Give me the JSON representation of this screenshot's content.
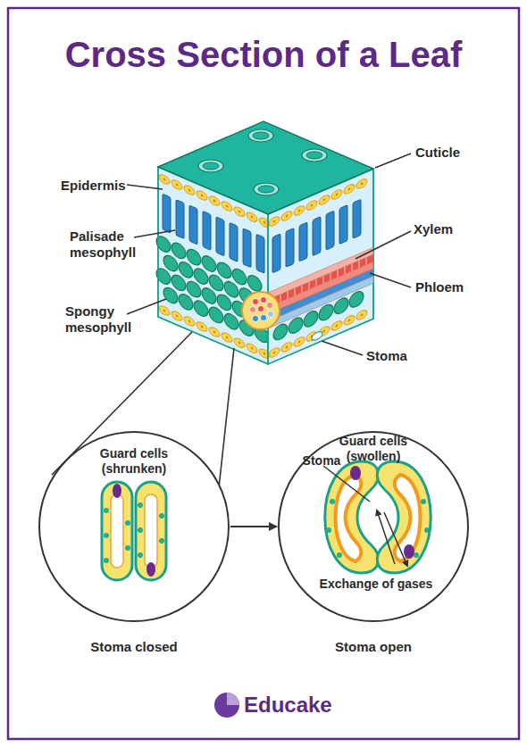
{
  "diagram": {
    "title": "Cross Section of a Leaf",
    "nodes": [
      {
        "text": [
          "Guard cells (shrunken)",
          "Stoma closed"
        ]
      },
      {
        "text": [
          "Guard cells (swollen)",
          "Stoma",
          "Exchange of gases",
          "Stoma open"
        ]
      }
    ],
    "edges": [
      {
        "from": 0,
        "to": 1,
        "arrow": "to"
      }
    ],
    "labels": [
      "Cuticle",
      "Epidermis",
      "Xylem",
      "Palisade mesophyll",
      "Phloem",
      "Spongy mesophyll",
      "Stoma",
      "Educake"
    ]
  }
}
